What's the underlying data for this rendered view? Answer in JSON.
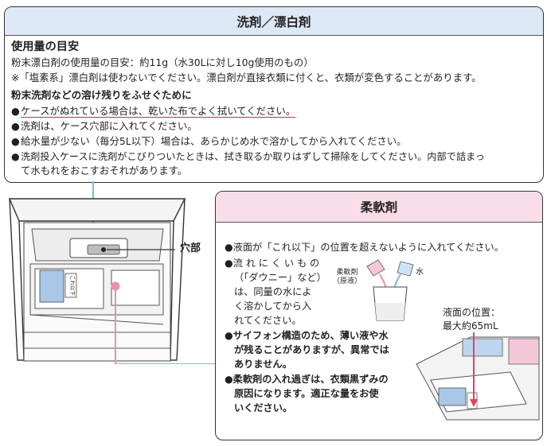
{
  "detergent": {
    "title": "洗剤／漂白剤",
    "usage_heading": "使用量の目安",
    "usage_line1": "粉末漂白剤の使用量の目安：約11g（水30Lに対し10g使用のもの）",
    "usage_line2": "※「塩素系」漂白剤は使わないでください。漂白剤が直接衣類に付くと、衣類が変色することがあります。",
    "prevent_heading": "粉末洗剤などの溶け残りをふせぐために",
    "bullet": "●",
    "bullets": [
      "ケースがぬれている場合は、乾いた布でよく拭いてください。",
      "洗剤は、ケース穴部に入れてください。",
      "給水量が少ない（毎分5L以下）場合は、あらかじめ水で溶かしてから入れてください。",
      "洗剤投入ケースに洗剤がこびりついたときは、拭き取るか取りはずして掃除をしてください。内部で詰まっ"
    ],
    "bullet4_cont": "て水もれをおこすおそれがあります。"
  },
  "diagram": {
    "hole_label": "穴部",
    "case_label": "これ以下"
  },
  "softener": {
    "title": "柔軟剤",
    "b1": "液面が「これ以下」の位置を超えないように入れてください。",
    "b2_lines": [
      "流 れ に く い も の",
      "（「ダウニー」など）",
      "は、同量の水によ",
      "く溶かしてから入",
      "れてください。"
    ],
    "b3_lines": [
      "サイフォン構造のため、薄い液や水",
      "が残ることがありますが、異常では",
      "ありません。"
    ],
    "b4_lines": [
      "柔軟剤の入れ過ぎは、衣類黒ずみの",
      "原因になります。適正な量をお使",
      "いください。"
    ],
    "cup_label1": "柔軟剤",
    "cup_label2": "（原液）",
    "water_label": "水",
    "level_label1": "液面の位置：",
    "level_label2": "最大約65mL"
  },
  "colors": {
    "detergent_header": "#dce8f5",
    "softener_header": "#f9dde8",
    "accent_blue": "#7fb8e0",
    "accent_pink": "#e98fb2",
    "underline_red": "#d22a4d"
  }
}
